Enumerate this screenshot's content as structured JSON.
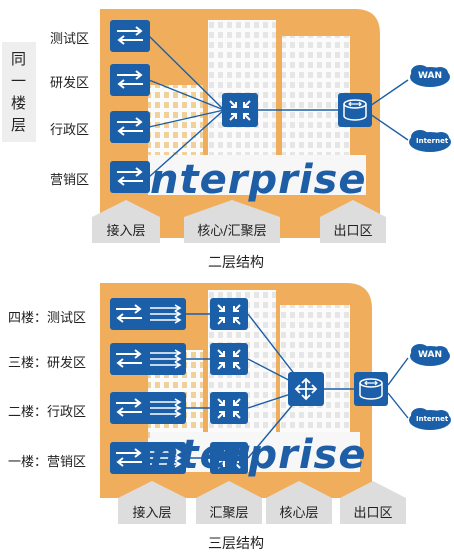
{
  "top_diagram": {
    "title": "二层结构",
    "side_label": [
      "同",
      "一",
      "楼",
      "层"
    ],
    "areas": [
      "测试区",
      "研发区",
      "行政区",
      "营销区"
    ],
    "zones": [
      "接入层",
      "核心/汇聚层",
      "出口区"
    ],
    "watermark": "nterprise",
    "cloud_wan": "WAN",
    "cloud_internet": "Internet"
  },
  "bottom_diagram": {
    "title": "三层结构",
    "areas": [
      "四楼：测试区",
      "三楼：研发区",
      "二楼：行政区",
      "一楼：营销区"
    ],
    "zones": [
      "接入层",
      "汇聚层",
      "核心层",
      "出口区"
    ],
    "watermark": "nterprise",
    "cloud_wan": "WAN",
    "cloud_internet": "Internet"
  },
  "colors": {
    "orange_panel": "#f0ae5c",
    "building": "#f7f7f7",
    "device_blue": "#1b5fa8",
    "zone_gray": "#dddddd",
    "text": "#222222"
  }
}
